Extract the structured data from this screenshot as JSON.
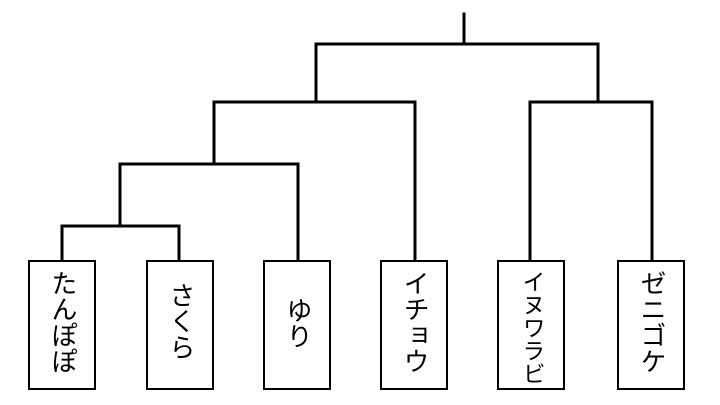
{
  "leaves": [
    {
      "id": "dandelion",
      "label": "たんぽぽ"
    },
    {
      "id": "cherry",
      "label": "さくら"
    },
    {
      "id": "lily",
      "label": "ゆり"
    },
    {
      "id": "ginkgo",
      "label": "イチョウ"
    },
    {
      "id": "fern",
      "label": "イヌワラビ"
    },
    {
      "id": "moss",
      "label": "ゼニゴケ"
    }
  ]
}
